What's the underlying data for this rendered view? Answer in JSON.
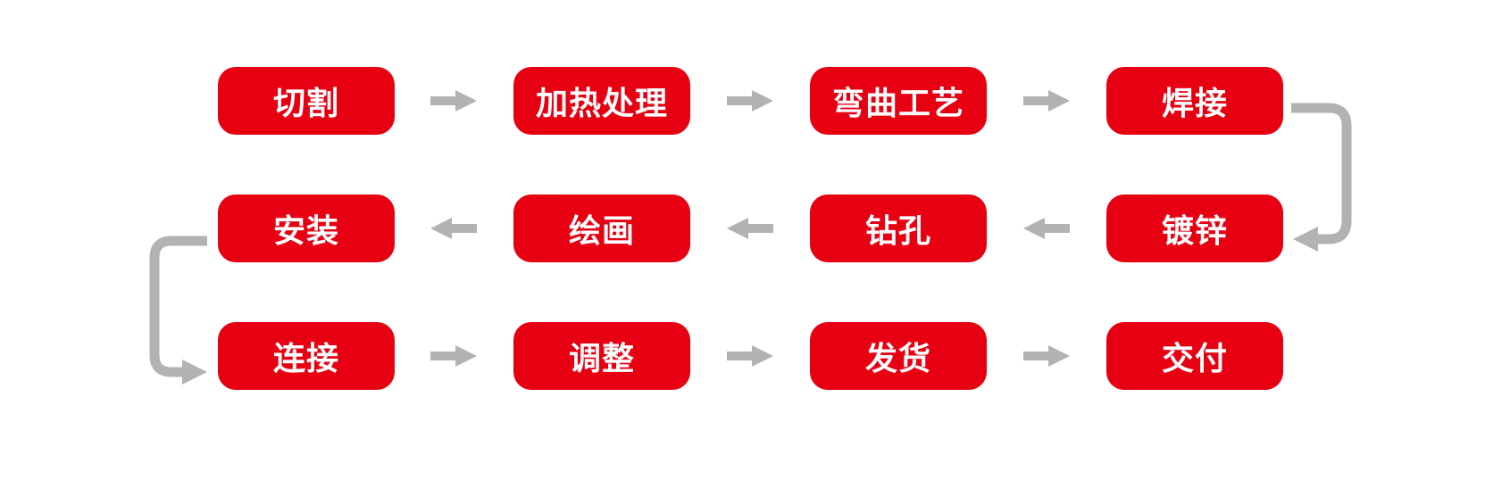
{
  "colors": {
    "box_red": "#e60012",
    "arrow_gray": "#b2b2b2",
    "background": "#ffffff",
    "node_text": "#ffffff"
  },
  "flow": {
    "type": "process-flowchart",
    "process_order": [
      "切割",
      "加热处理",
      "弯曲工艺",
      "焊接",
      "镀锌",
      "钻孔",
      "绘画",
      "安装",
      "连接",
      "调整",
      "发货",
      "交付"
    ],
    "rows": [
      {
        "direction": "right",
        "steps": [
          "切割",
          "加热处理",
          "弯曲工艺",
          "焊接"
        ]
      },
      {
        "direction": "left",
        "steps": [
          "安装",
          "绘画",
          "钻孔",
          "镀锌"
        ]
      },
      {
        "direction": "right",
        "steps": [
          "连接",
          "调整",
          "发货",
          "交付"
        ]
      }
    ],
    "connectors": [
      {
        "from": "焊接",
        "to": "镀锌",
        "side": "right"
      },
      {
        "from": "安装",
        "to": "连接",
        "side": "left"
      }
    ]
  }
}
